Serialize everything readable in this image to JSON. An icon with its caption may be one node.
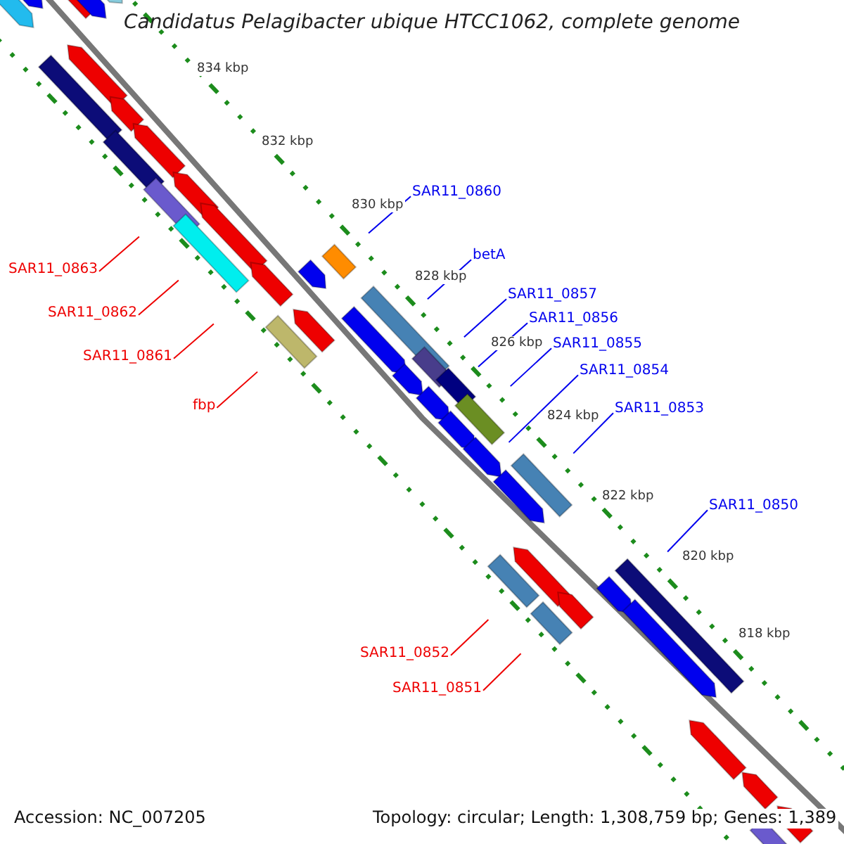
{
  "diagram": {
    "title": "Candidatus Pelagibacter ubique HTCC1062, complete genome",
    "nodes": [
      {
        "text": [
          "SAR11_0860"
        ]
      },
      {
        "text": [
          "betA"
        ]
      },
      {
        "text": [
          "SAR11_0863"
        ]
      },
      {
        "text": [
          "SAR11_0857"
        ]
      },
      {
        "text": [
          "SAR11_0862"
        ]
      },
      {
        "text": [
          "SAR11_0856"
        ]
      },
      {
        "text": [
          "SAR11_0855"
        ]
      },
      {
        "text": [
          "SAR11_0861"
        ]
      },
      {
        "text": [
          "SAR11_0854"
        ]
      },
      {
        "text": [
          "fbp"
        ]
      },
      {
        "text": [
          "SAR11_0853"
        ]
      },
      {
        "text": [
          "SAR11_0850"
        ]
      },
      {
        "text": [
          "SAR11_0852"
        ]
      },
      {
        "text": [
          "SAR11_0851"
        ]
      }
    ],
    "edges": [
      {
        "from": 0,
        "to": null,
        "arrow": "none"
      },
      {
        "from": 1,
        "to": null,
        "arrow": "none"
      },
      {
        "from": 2,
        "to": null,
        "arrow": "none",
        "color": "#ee0000"
      },
      {
        "from": 3,
        "to": null,
        "arrow": "none"
      },
      {
        "from": 4,
        "to": null,
        "arrow": "none",
        "color": "#ee0000"
      },
      {
        "from": 5,
        "to": null,
        "arrow": "none"
      },
      {
        "from": 6,
        "to": null,
        "arrow": "none"
      },
      {
        "from": 7,
        "to": null,
        "arrow": "none",
        "color": "#ee0000"
      },
      {
        "from": 8,
        "to": null,
        "arrow": "none"
      },
      {
        "from": 9,
        "to": null,
        "arrow": "none",
        "color": "#ee0000"
      },
      {
        "from": 10,
        "to": null,
        "arrow": "none"
      },
      {
        "from": 11,
        "to": null,
        "arrow": "none"
      },
      {
        "from": 12,
        "to": null,
        "arrow": "none",
        "color": "#ee0000"
      },
      {
        "from": 13,
        "to": null,
        "arrow": "none",
        "color": "#ee0000"
      }
    ],
    "labels": [
      "834 kbp",
      "832 kbp",
      "830 kbp",
      "828 kbp",
      "826 kbp",
      "824 kbp",
      "822 kbp",
      "820 kbp",
      "818 kbp",
      "Accession: NC_007205",
      "Topology: circular; Length: 1,308,759 bp; Genes: 1,389"
    ]
  }
}
